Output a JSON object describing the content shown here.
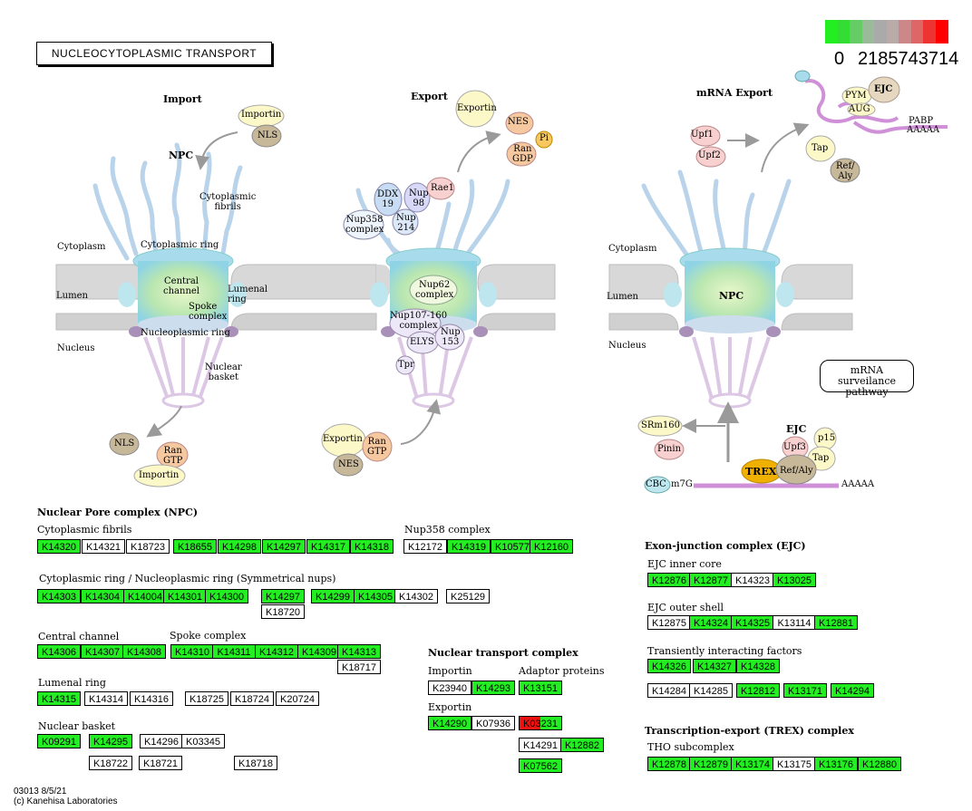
{
  "title": "NUCLEOCYTOPLASMIC TRANSPORT",
  "legend": {
    "labels": [
      "0",
      "2185743714"
    ],
    "colors": [
      "#22ee22",
      "#33dd33",
      "#66cc66",
      "#99bb99",
      "#aaaaaa",
      "#bbaaaa",
      "#cc8888",
      "#dd6666",
      "#ee3333",
      "#ff0000"
    ]
  },
  "import_panel": {
    "title": "Import",
    "npc": "NPC",
    "importin": "Importin",
    "nls": "NLS",
    "cytoplasmic_fibrils": [
      "Cytoplasmic",
      "fibrils"
    ],
    "cytoplasm": "Cytoplasm",
    "cytoplasmic_ring": "Cytoplasmic ring",
    "lumen": "Lumen",
    "central_channel": [
      "Central",
      "channel"
    ],
    "lumenal_ring": [
      "Lumenal",
      "ring"
    ],
    "spoke_complex": [
      "Spoke",
      "complex"
    ],
    "nucleus": "Nucleus",
    "nucleoplasmic_ring": "Nucleoplasmic ring",
    "nuclear_basket": [
      "Nuclear",
      "basket"
    ],
    "nls2": "NLS",
    "ran_gtp": [
      "Ran",
      "GTP"
    ],
    "importin2": "Importin"
  },
  "export_panel": {
    "title": "Export",
    "exportin": "Exportin",
    "nes": "NES",
    "ran_gdp": [
      "Ran",
      "GDP"
    ],
    "pi": "Pi",
    "ddx19": [
      "DDX",
      "19"
    ],
    "nup98": [
      "Nup",
      "98"
    ],
    "rae1": "Rae1",
    "nup214": [
      "Nup",
      "214"
    ],
    "nup358": [
      "Nup358",
      "complex"
    ],
    "nup62": [
      "Nup62",
      "complex"
    ],
    "nup107": [
      "Nup107-160",
      "complex"
    ],
    "elys": "ELYS",
    "nup153": [
      "Nup",
      "153"
    ],
    "tpr": "Tpr",
    "exportin2": "Exportin",
    "ran_gtp2": [
      "Ran",
      "GTP"
    ],
    "nes2": "NES"
  },
  "mrna_panel": {
    "title": "mRNA Export",
    "pym": "PYM",
    "ejc": "EJC",
    "aug": "AUG",
    "pabp": "PABP",
    "aaaaa": "AAAAA",
    "upf1": "Upf1",
    "upf2": "Upf2",
    "tap": "Tap",
    "ref_aly": [
      "Ref/",
      "Aly"
    ],
    "cytoplasm": "Cytoplasm",
    "lumen": "Lumen",
    "npc": "NPC",
    "nucleus": "Nucleus",
    "surveillance": [
      "mRNA surveilance",
      "pathway"
    ],
    "srm160": "SRm160",
    "pinin": "Pinin",
    "ejc2": "EJC",
    "upf3": "Upf3",
    "p15": "p15",
    "tap2": "Tap",
    "trex": "TREX",
    "ref_aly2": "Ref/Aly",
    "cbc": "CBC",
    "m7g": "m7G",
    "aaaaa2": "AAAAA"
  },
  "sections": {
    "npc": "Nuclear Pore complex (NPC)",
    "transport": "Nuclear transport complex",
    "ejc": "Exon-junction complex (EJC)",
    "trex": "Transcription-export (TREX) complex"
  },
  "sublabels": {
    "cyto_fibrils": "Cytoplasmic fibrils",
    "nup358": "Nup358 complex",
    "cyto_ring": "Cytoplasmic ring / Nucleoplasmic ring (Symmetrical nups)",
    "central": "Central channel",
    "spoke": "Spoke complex",
    "lumenal": "Lumenal ring",
    "basket": "Nuclear basket",
    "importin": "Importin",
    "adaptor": "Adaptor proteins",
    "exportin": "Exportin",
    "ejc_inner": "EJC inner core",
    "ejc_outer": "EJC outer shell",
    "transient": "Transiently interacting factors",
    "tho": "THO subcomplex"
  },
  "genes": {
    "cyto_fibrils": [
      {
        "id": "K14320",
        "s": "green"
      },
      {
        "id": "K14321",
        "s": "white"
      },
      {
        "id": "K18723",
        "s": "white"
      },
      {
        "id": "K18655",
        "s": "green"
      },
      {
        "id": "K14298",
        "s": "green"
      },
      {
        "id": "K14297",
        "s": "green"
      },
      {
        "id": "K14317",
        "s": "green"
      },
      {
        "id": "K14318",
        "s": "green"
      }
    ],
    "nup358": [
      {
        "id": "K12172",
        "s": "white"
      },
      {
        "id": "K14319",
        "s": "green"
      },
      {
        "id": "K10577",
        "s": "green"
      },
      {
        "id": "K12160",
        "s": "green"
      }
    ],
    "cyto_ring": [
      {
        "id": "K14303",
        "s": "green"
      },
      {
        "id": "K14304",
        "s": "green"
      },
      {
        "id": "K14004",
        "s": "green"
      },
      {
        "id": "K14301",
        "s": "green"
      },
      {
        "id": "K14300",
        "s": "green"
      },
      {
        "id": "K14297",
        "s": "green"
      },
      {
        "id": "K18720",
        "s": "white"
      },
      {
        "id": "K14299",
        "s": "green"
      },
      {
        "id": "K14305",
        "s": "green"
      },
      {
        "id": "K14302",
        "s": "white"
      },
      {
        "id": "K25129",
        "s": "white"
      }
    ],
    "central": [
      {
        "id": "K14306",
        "s": "green"
      },
      {
        "id": "K14307",
        "s": "green"
      },
      {
        "id": "K14308",
        "s": "green"
      }
    ],
    "spoke": [
      {
        "id": "K14310",
        "s": "green"
      },
      {
        "id": "K14311",
        "s": "green"
      },
      {
        "id": "K14312",
        "s": "green"
      },
      {
        "id": "K14309",
        "s": "green"
      },
      {
        "id": "K14313",
        "s": "green"
      },
      {
        "id": "K18717",
        "s": "white"
      }
    ],
    "lumenal": [
      {
        "id": "K14315",
        "s": "green"
      },
      {
        "id": "K14314",
        "s": "white"
      },
      {
        "id": "K14316",
        "s": "white"
      },
      {
        "id": "K18725",
        "s": "white"
      },
      {
        "id": "K18724",
        "s": "white"
      },
      {
        "id": "K20724",
        "s": "white"
      }
    ],
    "basket": [
      {
        "id": "K09291",
        "s": "green"
      },
      {
        "id": "K14295",
        "s": "green"
      },
      {
        "id": "K14296",
        "s": "white"
      },
      {
        "id": "K03345",
        "s": "white"
      },
      {
        "id": "K18722",
        "s": "white"
      },
      {
        "id": "K18721",
        "s": "white"
      },
      {
        "id": "K18718",
        "s": "white"
      }
    ],
    "importin": [
      {
        "id": "K23940",
        "s": "white"
      },
      {
        "id": "K14293",
        "s": "green"
      }
    ],
    "adaptor": [
      {
        "id": "K13151",
        "s": "green"
      },
      {
        "id": "K03231",
        "s": "split"
      },
      {
        "id": "K14291",
        "s": "white"
      },
      {
        "id": "K12882",
        "s": "green"
      },
      {
        "id": "K07562",
        "s": "green"
      }
    ],
    "exportin": [
      {
        "id": "K14290",
        "s": "green"
      },
      {
        "id": "K07936",
        "s": "white"
      }
    ],
    "ejc_inner": [
      {
        "id": "K12876",
        "s": "green"
      },
      {
        "id": "K12877",
        "s": "green"
      },
      {
        "id": "K14323",
        "s": "white"
      },
      {
        "id": "K13025",
        "s": "green"
      }
    ],
    "ejc_outer": [
      {
        "id": "K12875",
        "s": "white"
      },
      {
        "id": "K14324",
        "s": "green"
      },
      {
        "id": "K14325",
        "s": "green"
      },
      {
        "id": "K13114",
        "s": "white"
      },
      {
        "id": "K12881",
        "s": "green"
      }
    ],
    "transient": [
      {
        "id": "K14326",
        "s": "green"
      },
      {
        "id": "K14327",
        "s": "green"
      },
      {
        "id": "K14328",
        "s": "green"
      },
      {
        "id": "K14284",
        "s": "white"
      },
      {
        "id": "K14285",
        "s": "white"
      },
      {
        "id": "K12812",
        "s": "green"
      },
      {
        "id": "K13171",
        "s": "green"
      },
      {
        "id": "K14294",
        "s": "green"
      }
    ],
    "tho": [
      {
        "id": "K12878",
        "s": "green"
      },
      {
        "id": "K12879",
        "s": "green"
      },
      {
        "id": "K13174",
        "s": "green"
      },
      {
        "id": "K13175",
        "s": "white"
      },
      {
        "id": "K13176",
        "s": "green"
      },
      {
        "id": "K12880",
        "s": "green"
      }
    ]
  },
  "footer": {
    "id": "03013 8/5/21",
    "copyright": "(c) Kanehisa Laboratories"
  }
}
